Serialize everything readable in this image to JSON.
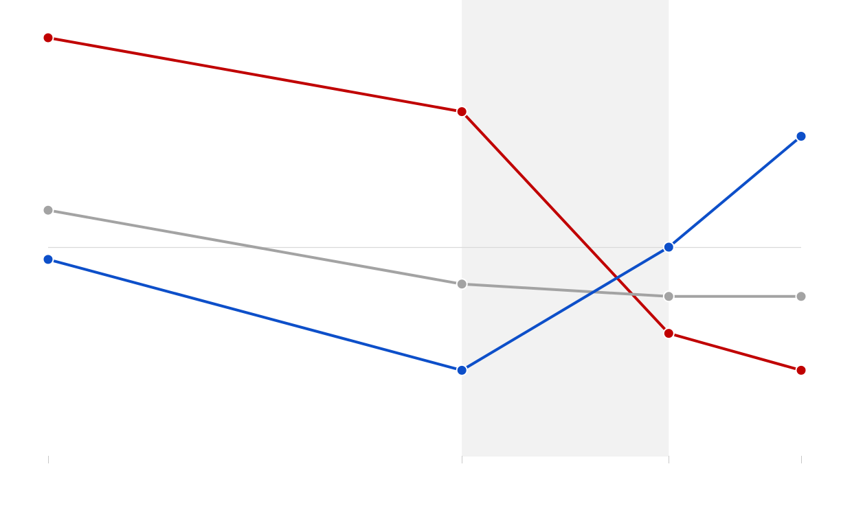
{
  "chart_data": {
    "type": "line",
    "title": "",
    "xlabel": "",
    "ylabel": "",
    "x": [
      0,
      10,
      15,
      18.2
    ],
    "categories": [
      "",
      "",
      "",
      ""
    ],
    "xlim": [
      0,
      18.2
    ],
    "ylim": [
      -8.5,
      8.5
    ],
    "grid": false,
    "reference_line_y": 0,
    "highlight_band": {
      "x_from": 10,
      "x_to": 15
    },
    "series": [
      {
        "color": "#c00000",
        "values": [
          8.5,
          5.5,
          -3.5,
          -5.0
        ]
      },
      {
        "color": "#a3a3a3",
        "values": [
          1.5,
          -1.5,
          -2.0,
          -2.0
        ]
      },
      {
        "color": "#0d4fc9",
        "values": [
          -0.5,
          -5.0,
          0.0,
          4.5
        ]
      }
    ],
    "colors": {
      "band": "#f2f2f2",
      "reference_line": "#d9d9d9",
      "axis_tick": "#c8c8c8",
      "marker_stroke": "#ffffff"
    }
  }
}
